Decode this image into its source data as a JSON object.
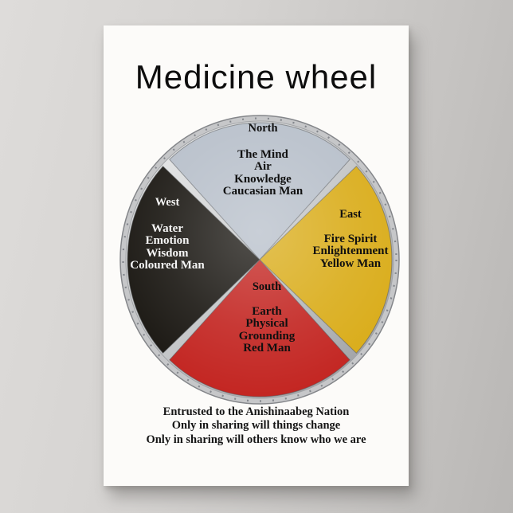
{
  "poster": {
    "title": "Medicine wheel",
    "footer_lines": [
      "Entrusted to the Anishinaabeg Nation",
      "Only in sharing will things change",
      "Only in sharing will others know who we are"
    ]
  },
  "wheel": {
    "rim_color": "#c6c7c9",
    "quadrants": {
      "north": {
        "direction": "North",
        "color": "#b6bec9",
        "text_color": "#101010",
        "lines": [
          "The Mind",
          "Air",
          "Knowledge",
          "Caucasian Man"
        ]
      },
      "east": {
        "direction": "East",
        "color": "#d9ab16",
        "text_color": "#101010",
        "lines": [
          "Fire Spirit",
          "Enlightenment",
          "Yellow Man"
        ]
      },
      "south": {
        "direction": "South",
        "color": "#c2221e",
        "text_color": "#101010",
        "lines": [
          "Earth",
          "Physical",
          "Grounding",
          "Red Man"
        ]
      },
      "west": {
        "direction": "West",
        "color": "#17140f",
        "text_color": "#f6f6f6",
        "lines": [
          "Water",
          "Emotion",
          "Wisdom",
          "Coloured Man"
        ]
      }
    }
  }
}
